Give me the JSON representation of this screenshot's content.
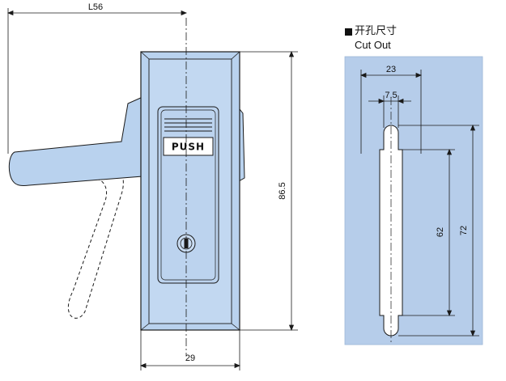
{
  "dimensions": {
    "handle_length": "L56",
    "height": "86.5",
    "width": "29",
    "cutout_width": "23",
    "slot_width": "7.5",
    "slot_center_span": "62",
    "cutout_total_height": "72"
  },
  "latch": {
    "button_label": "PUSH"
  },
  "cutout": {
    "title_cn": "开孔尺寸",
    "title_en": "Cut Out"
  },
  "colors": {
    "part_fill": "#b9d2ee",
    "panel_fill": "#b6cdea",
    "line": "#1a1a1a"
  }
}
